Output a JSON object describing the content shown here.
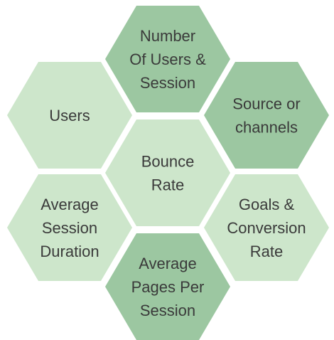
{
  "colors": {
    "dark": "#9CC7A1",
    "light": "#CDE6CB",
    "text": "#3A3A3A",
    "background": "#FFFFFF"
  },
  "hexagons": [
    {
      "id": "number-of-users-session",
      "shade": "dark",
      "lines": [
        "Number",
        "Of Users &",
        "Session"
      ]
    },
    {
      "id": "users",
      "shade": "light",
      "lines": [
        "Users"
      ]
    },
    {
      "id": "source-or-channels",
      "shade": "dark",
      "lines": [
        "Source or",
        "channels"
      ]
    },
    {
      "id": "bounce-rate",
      "shade": "light",
      "lines": [
        "Bounce",
        "Rate"
      ]
    },
    {
      "id": "average-session-duration",
      "shade": "light",
      "lines": [
        "Average",
        "Session",
        "Duration"
      ]
    },
    {
      "id": "goals-conversion-rate",
      "shade": "light",
      "lines": [
        "Goals &",
        "Conversion",
        "Rate"
      ]
    },
    {
      "id": "average-pages-per-session",
      "shade": "dark",
      "lines": [
        "Average",
        "Pages Per",
        "Session"
      ]
    }
  ]
}
